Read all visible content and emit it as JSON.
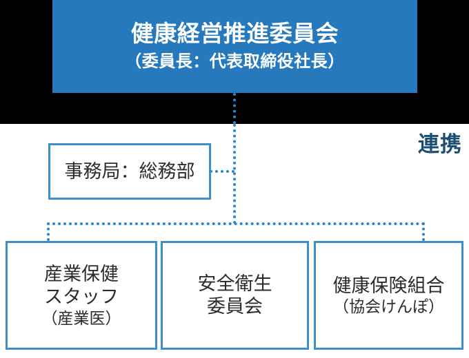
{
  "diagram": {
    "type": "organizational-chart",
    "colors": {
      "header_fill": "#2579bc",
      "box_border": "#3d8ec9",
      "connector": "#2e86c6",
      "accent_text": "#1a4e73",
      "band": "#000000",
      "body_text": "#2b2b2b"
    },
    "committee": {
      "title": "健康経営推進委員会",
      "subtitle": "（委員長：代表取締役社長）"
    },
    "secretariat": {
      "label": "事務局：総務部"
    },
    "cooperation": {
      "label": "連携"
    },
    "units": [
      {
        "label": "産業保健",
        "label2": "スタッフ",
        "sublabel": "（産業医）"
      },
      {
        "label": "安全衛生",
        "label2": "委員会",
        "sublabel": ""
      },
      {
        "label": "健康保険組合",
        "label2": "",
        "sublabel": "（協会けんぽ）"
      }
    ]
  }
}
